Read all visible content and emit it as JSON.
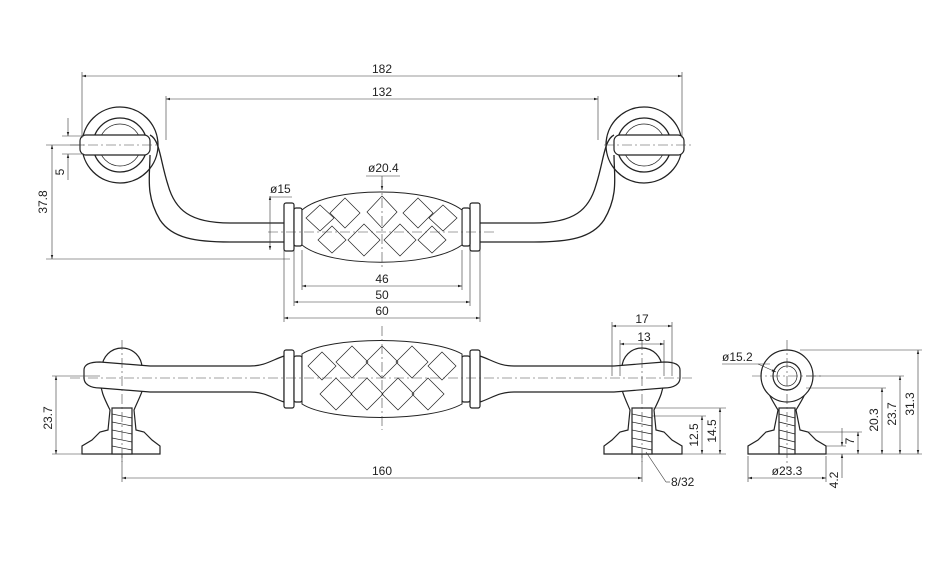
{
  "dimensions": {
    "overall_length": "182",
    "hole_spacing_top": "132",
    "height_side": "37.8",
    "ring_offset": "5",
    "cage_diameter": "ø20.4",
    "bar_diameter": "ø15",
    "cage_len_46": "46",
    "cage_len_50": "50",
    "cage_len_60": "60",
    "post_width_17": "17",
    "post_width_13": "13",
    "front_height": "23.7",
    "front_spacing": "160",
    "thread_depth_12_5": "12.5",
    "thread_depth_14_5": "14.5",
    "thread": "8/32",
    "ring_diameter": "ø15.2",
    "base_diameter": "ø23.3",
    "side_h_31_3": "31.3",
    "side_h_23_7": "23.7",
    "side_h_20_3": "20.3",
    "side_h_7": "7",
    "side_h_4_2": "4.2"
  }
}
